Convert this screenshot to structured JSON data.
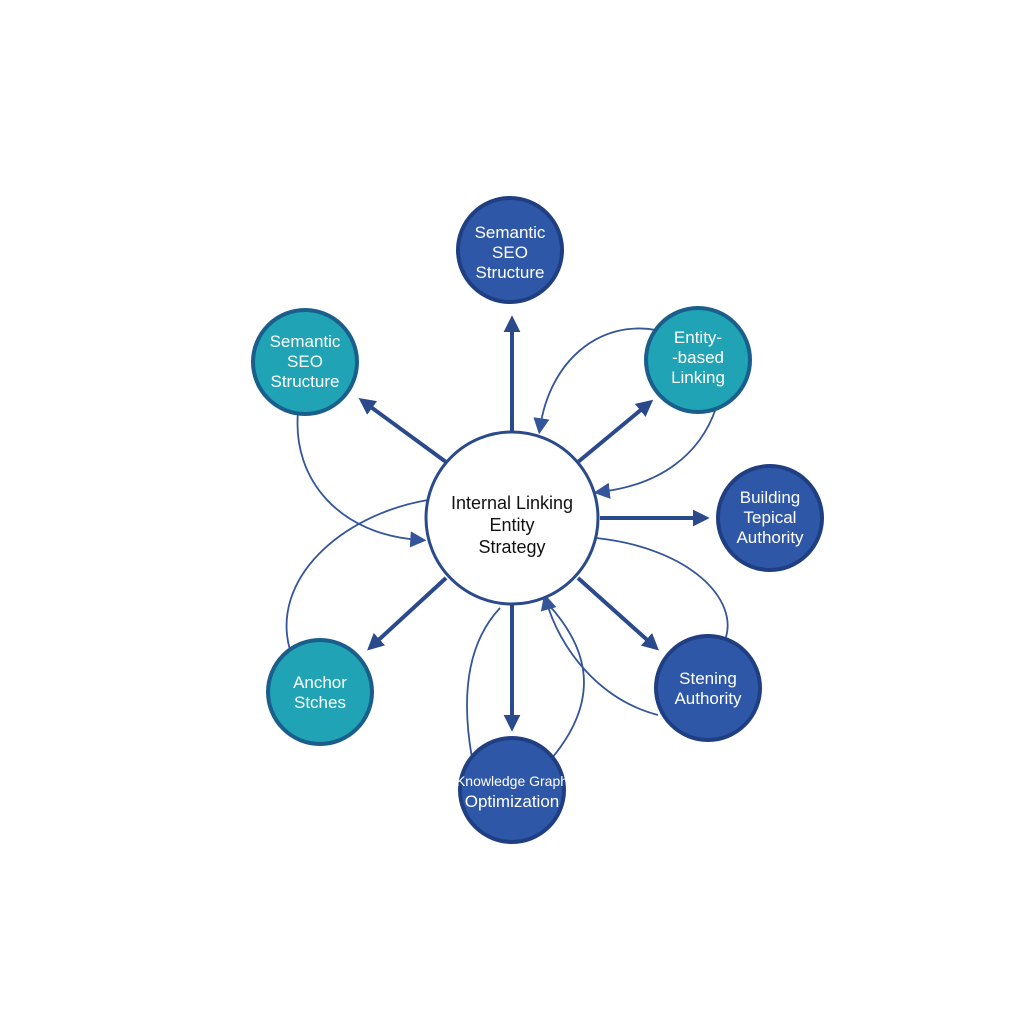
{
  "hub": {
    "lines": [
      "Internal Linking",
      "Entity",
      "Strategy"
    ],
    "fill": "#ffffff",
    "stroke": "#2b4a8b"
  },
  "colors": {
    "navy": "#2f57a8",
    "navy_border": "#1f3f82",
    "teal": "#1fa3b5",
    "teal_border": "#1a5e8c",
    "arrow": "#2b4a8b"
  },
  "nodes": [
    {
      "id": "top",
      "lines": [
        "Semantic",
        "SEO",
        "Structure"
      ],
      "color": "navy"
    },
    {
      "id": "upper-left",
      "lines": [
        "Semantic",
        "SEO",
        "Structure"
      ],
      "color": "teal"
    },
    {
      "id": "upper-right",
      "lines": [
        "Entity-",
        "-based",
        "Linking"
      ],
      "color": "teal"
    },
    {
      "id": "right",
      "lines": [
        "Building",
        "Tepical",
        "Authority"
      ],
      "color": "navy"
    },
    {
      "id": "lower-right",
      "lines": [
        "Stening",
        "Authority"
      ],
      "color": "navy"
    },
    {
      "id": "bottom",
      "lines": [
        "Knowledge Graph",
        "Optimization"
      ],
      "color": "navy"
    },
    {
      "id": "lower-left",
      "lines": [
        "Anchor",
        "Stches"
      ],
      "color": "teal"
    }
  ]
}
